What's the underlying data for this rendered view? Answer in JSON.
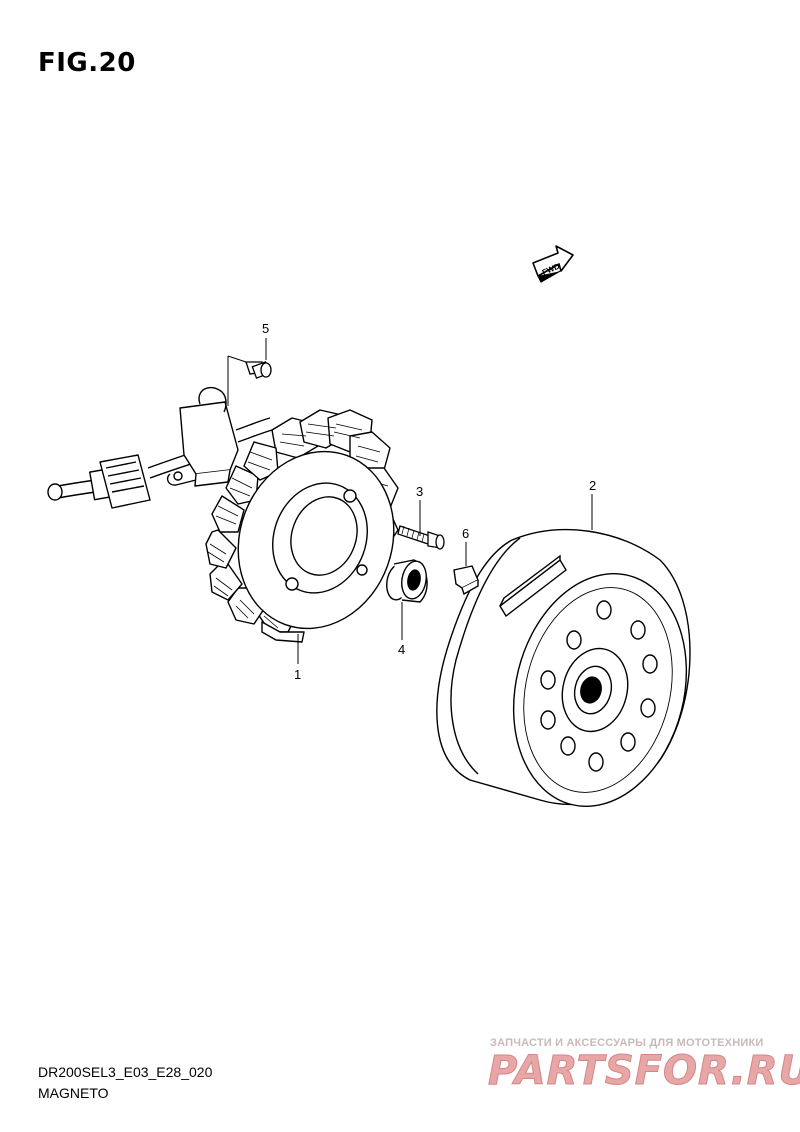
{
  "figure": {
    "title": "FIG.20",
    "fwd_badge": "FWD"
  },
  "parts": [
    {
      "number": "1",
      "depicts": "stator"
    },
    {
      "number": "2",
      "depicts": "rotor"
    },
    {
      "number": "3",
      "depicts": "bolt"
    },
    {
      "number": "4",
      "depicts": "washer"
    },
    {
      "number": "5",
      "depicts": "screw"
    },
    {
      "number": "6",
      "depicts": "key"
    }
  ],
  "footer": {
    "code": "DR200SEL3_E03_E28_020",
    "name": "MAGNETO"
  },
  "watermark": {
    "tagline": "ЗАПЧАСТИ И АКСЕССУАРЫ ДЛЯ МОТОТЕХНИКИ",
    "brand": "PARTSFOR.RU",
    "color": "#e8a7a7"
  }
}
